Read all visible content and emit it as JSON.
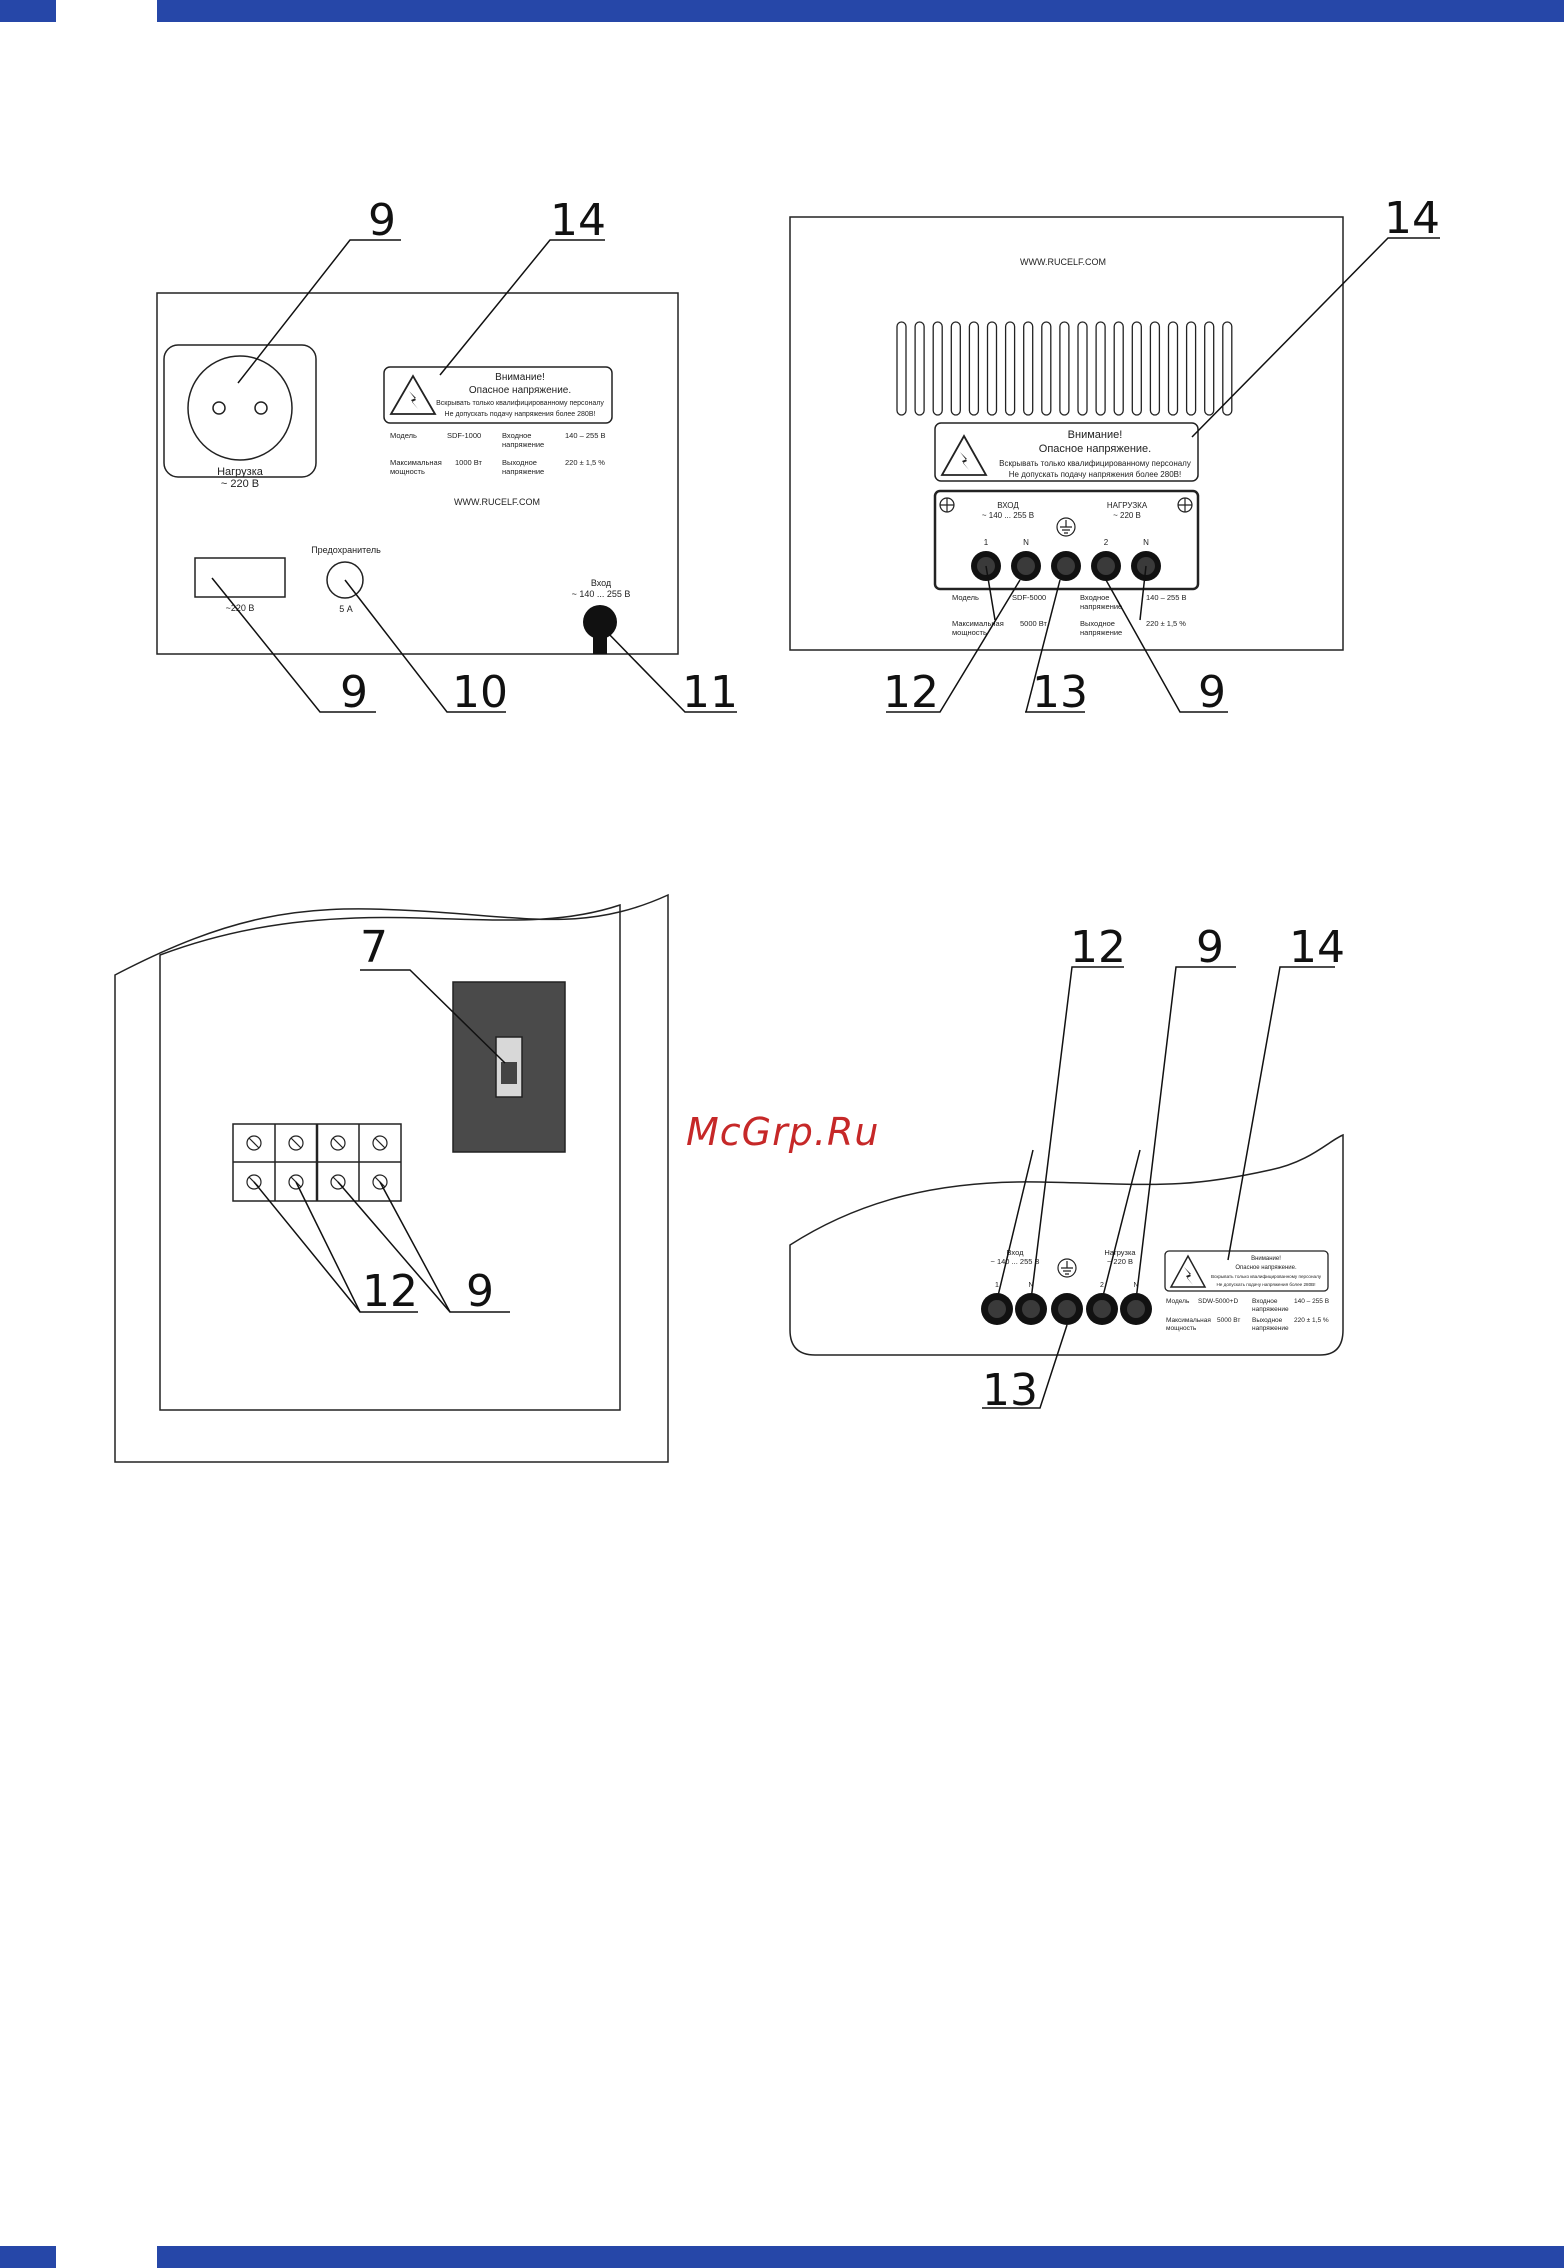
{
  "colors": {
    "band": "#2647a8",
    "watermark": "#c62828",
    "line": "#1a1a1a"
  },
  "fig1": {
    "callouts": {
      "socket": "9",
      "label": "14",
      "outlet": "9",
      "fuse": "10",
      "cable": "11"
    },
    "socket_caption_1": "Нагрузка",
    "socket_caption_2": "~ 220 В",
    "warning_title_1": "Внимание!",
    "warning_title_2": "Опасное напряжение.",
    "warning_text_1": "Вскрывать только квалифицированному персоналу",
    "warning_text_2": "Не допускать подачу напряжения более 280В!",
    "spec_model_label": "Модель",
    "spec_model_value": "SDF-1000",
    "spec_input_label_1": "Входное",
    "spec_input_label_2": "напряжение",
    "spec_input_value": "140 – 255 В",
    "spec_power_label_1": "Максимальная",
    "spec_power_label_2": "мощность",
    "spec_power_value": "1000 Вт",
    "spec_output_label_1": "Выходное",
    "spec_output_label_2": "напряжение",
    "spec_output_value": "220 ± 1,5 %",
    "website": "WWW.RUCELF.COM",
    "outlet_caption": "~220 В",
    "fuse_caption_1": "Предохранитель",
    "fuse_caption_2": "5 А",
    "input_caption_1": "Вход",
    "input_caption_2": "~ 140 ... 255 В"
  },
  "fig2": {
    "callouts": {
      "label": "14",
      "terminals_in": "12",
      "ground": "13",
      "terminals_out": "9"
    },
    "website": "WWW.RUCELF.COM",
    "warning_title_1": "Внимание!",
    "warning_title_2": "Опасное напряжение.",
    "warning_text_1": "Вскрывать только квалифицированному персоналу",
    "warning_text_2": "Не допускать подачу напряжения более 280В!",
    "input_label_1": "ВХОД",
    "input_label_2": "~ 140 ... 255 В",
    "load_label_1": "НАГРУЗКА",
    "load_label_2": "~ 220 В",
    "terminal_1": "1",
    "terminal_n1": "N",
    "terminal_2": "2",
    "terminal_n2": "N",
    "spec_model_label": "Модель",
    "spec_model_value": "SDF-5000",
    "spec_input_label_1": "Входное",
    "spec_input_label_2": "напряжение",
    "spec_input_value": "140 – 255 В",
    "spec_power_label_1": "Максимальная",
    "spec_power_label_2": "мощность",
    "spec_power_value": "5000 Вт",
    "spec_output_label_1": "Выходное",
    "spec_output_label_2": "напряжение",
    "spec_output_value": "220 ± 1,5 %"
  },
  "fig3": {
    "callouts": {
      "switch": "7",
      "terminals_in": "12",
      "terminals_out": "9"
    }
  },
  "fig4": {
    "callouts": {
      "terminals_in": "12",
      "terminals_out": "9",
      "label": "14",
      "ground": "13"
    },
    "input_label_1": "Вход",
    "input_label_2": "~ 140 ... 255 В",
    "load_label_1": "Нагрузка",
    "load_label_2": "~ 220 В",
    "terminal_1": "1",
    "terminal_n1": "N",
    "terminal_2": "2",
    "terminal_n2": "N",
    "warning_title_1": "Внимание!",
    "warning_title_2": "Опасное напряжение.",
    "warning_text_1": "Вскрывать только квалифицированному персоналу",
    "warning_text_2": "Не допускать подачу напряжения более 280В!",
    "spec_model_label": "Модель",
    "spec_model_value": "SDW-5000+D",
    "spec_input_label_1": "Входное",
    "spec_input_label_2": "напряжение",
    "spec_input_value": "140 – 255 В",
    "spec_power_label_1": "Максимальная",
    "spec_power_label_2": "мощность",
    "spec_power_value": "5000 Вт",
    "spec_output_label_1": "Выходное",
    "spec_output_label_2": "напряжение",
    "spec_output_value": "220 ± 1,5 %"
  },
  "watermark": "McGrp.Ru"
}
